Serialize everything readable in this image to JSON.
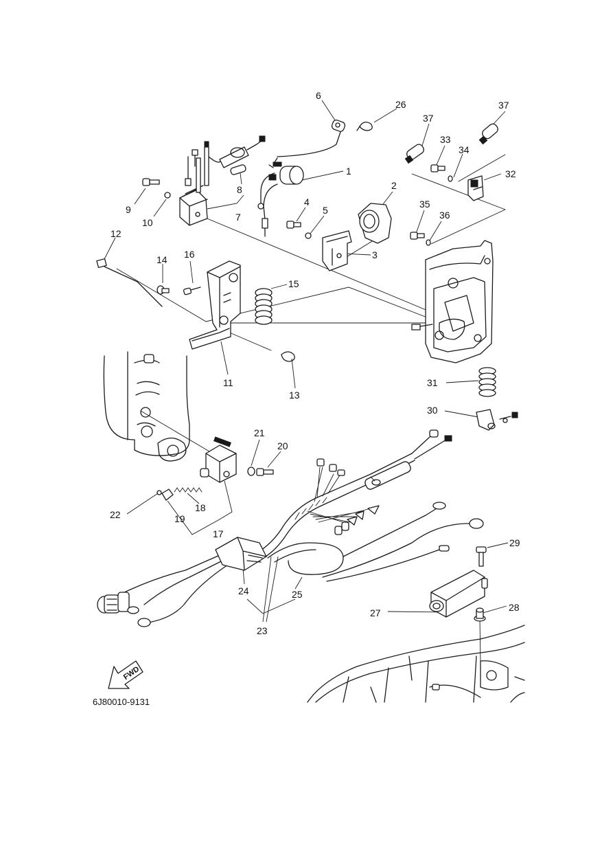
{
  "callouts": [
    {
      "id": "c1",
      "text": "1"
    },
    {
      "id": "c2",
      "text": "2"
    },
    {
      "id": "c3",
      "text": "3"
    },
    {
      "id": "c4",
      "text": "4"
    },
    {
      "id": "c5",
      "text": "5"
    },
    {
      "id": "c6",
      "text": "6"
    },
    {
      "id": "c7",
      "text": "7"
    },
    {
      "id": "c8",
      "text": "8"
    },
    {
      "id": "c9",
      "text": "9"
    },
    {
      "id": "c10",
      "text": "10"
    },
    {
      "id": "c11",
      "text": "11"
    },
    {
      "id": "c12",
      "text": "12"
    },
    {
      "id": "c13",
      "text": "13"
    },
    {
      "id": "c14",
      "text": "14"
    },
    {
      "id": "c15",
      "text": "15"
    },
    {
      "id": "c16",
      "text": "16"
    },
    {
      "id": "c17",
      "text": "17"
    },
    {
      "id": "c18",
      "text": "18"
    },
    {
      "id": "c19",
      "text": "19"
    },
    {
      "id": "c20",
      "text": "20"
    },
    {
      "id": "c21",
      "text": "21"
    },
    {
      "id": "c22",
      "text": "22"
    },
    {
      "id": "c23",
      "text": "23"
    },
    {
      "id": "c24",
      "text": "24"
    },
    {
      "id": "c25",
      "text": "25"
    },
    {
      "id": "c26",
      "text": "26"
    },
    {
      "id": "c27",
      "text": "27"
    },
    {
      "id": "c28",
      "text": "28"
    },
    {
      "id": "c29",
      "text": "29"
    },
    {
      "id": "c30",
      "text": "30"
    },
    {
      "id": "c31",
      "text": "31"
    },
    {
      "id": "c32",
      "text": "32"
    },
    {
      "id": "c33",
      "text": "33"
    },
    {
      "id": "c34",
      "text": "34"
    },
    {
      "id": "c35",
      "text": "35"
    },
    {
      "id": "c36",
      "text": "36"
    },
    {
      "id": "c37a",
      "text": "37"
    },
    {
      "id": "c37b",
      "text": "37"
    }
  ],
  "direction_arrow": {
    "label": "FWD",
    "icon": "fwd-arrow-icon"
  },
  "drawing_code": "6J80010-9131",
  "colors": {
    "ink": "#1a1a1a",
    "paper": "#ffffff"
  }
}
